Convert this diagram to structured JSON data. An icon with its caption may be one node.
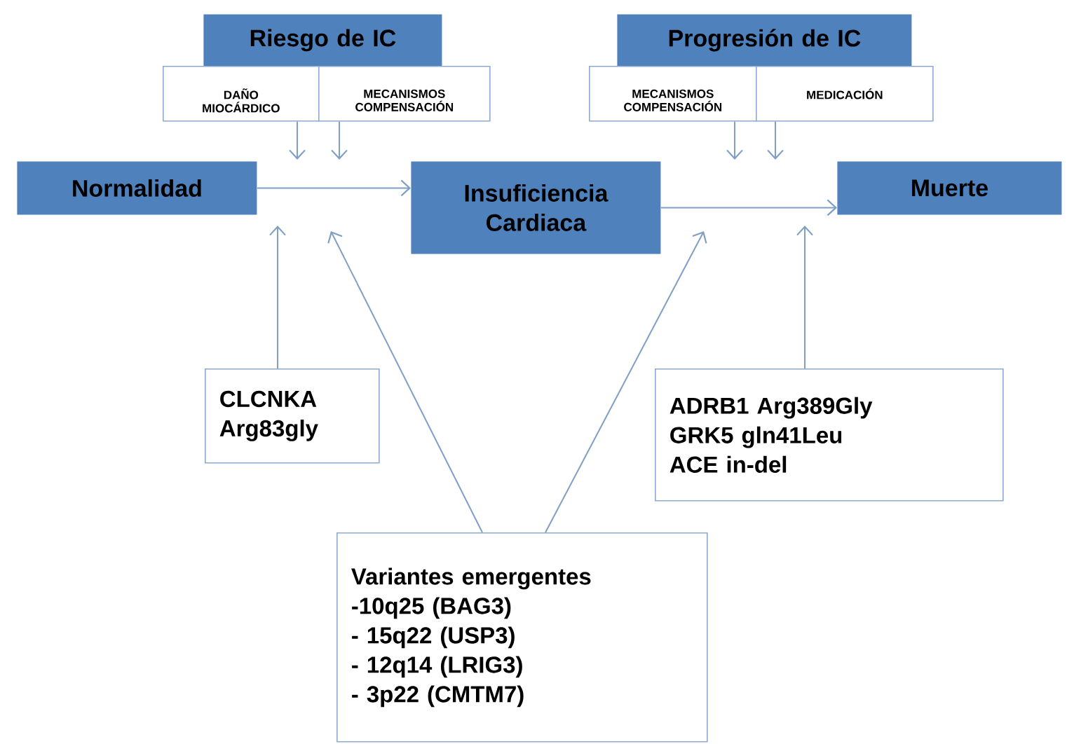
{
  "diagram": {
    "nodes": [
      {
        "text": [
          "Riesgo de IC"
        ]
      },
      {
        "text": [
          "DAÑO MIOCÁRDICO"
        ]
      },
      {
        "text": [
          "MECANISMOS COMPENSACIÓN"
        ]
      },
      {
        "text": [
          "Progresión de IC"
        ]
      },
      {
        "text": [
          "MECANISMOS COMPENSACIÓN"
        ]
      },
      {
        "text": [
          "MEDICACIÓN"
        ]
      },
      {
        "text": [
          "Normalidad"
        ]
      },
      {
        "text": [
          "Insuficiencia Cardiaca"
        ]
      },
      {
        "text": [
          "Muerte"
        ]
      },
      {
        "text": [
          "CLCNKA Arg83gly"
        ]
      },
      {
        "text": [
          "ADRB1 Arg389Gly",
          "GRK5 gln41Leu",
          "ACE in-del"
        ]
      },
      {
        "text": [
          "Variantes emergentes",
          "-10q25 (BAG3)",
          "- 15q22 (USP3)",
          "- 12q14 (LRIG3)",
          "- 3p22 (CMTM7)"
        ]
      }
    ],
    "edges": [
      {
        "from": 6,
        "to": 7,
        "arrow": "to"
      },
      {
        "from": 7,
        "to": 8,
        "arrow": "to"
      },
      {
        "from": 1,
        "to": null,
        "arrow": "to"
      },
      {
        "from": 2,
        "to": null,
        "arrow": "to"
      },
      {
        "from": 4,
        "to": null,
        "arrow": "to"
      },
      {
        "from": 5,
        "to": null,
        "arrow": "to"
      },
      {
        "from": 9,
        "to": null,
        "arrow": "to"
      },
      {
        "from": 11,
        "to": null,
        "arrow": "to"
      },
      {
        "from": 11,
        "to": null,
        "arrow": "to"
      },
      {
        "from": 10,
        "to": null,
        "arrow": "to"
      }
    ]
  }
}
